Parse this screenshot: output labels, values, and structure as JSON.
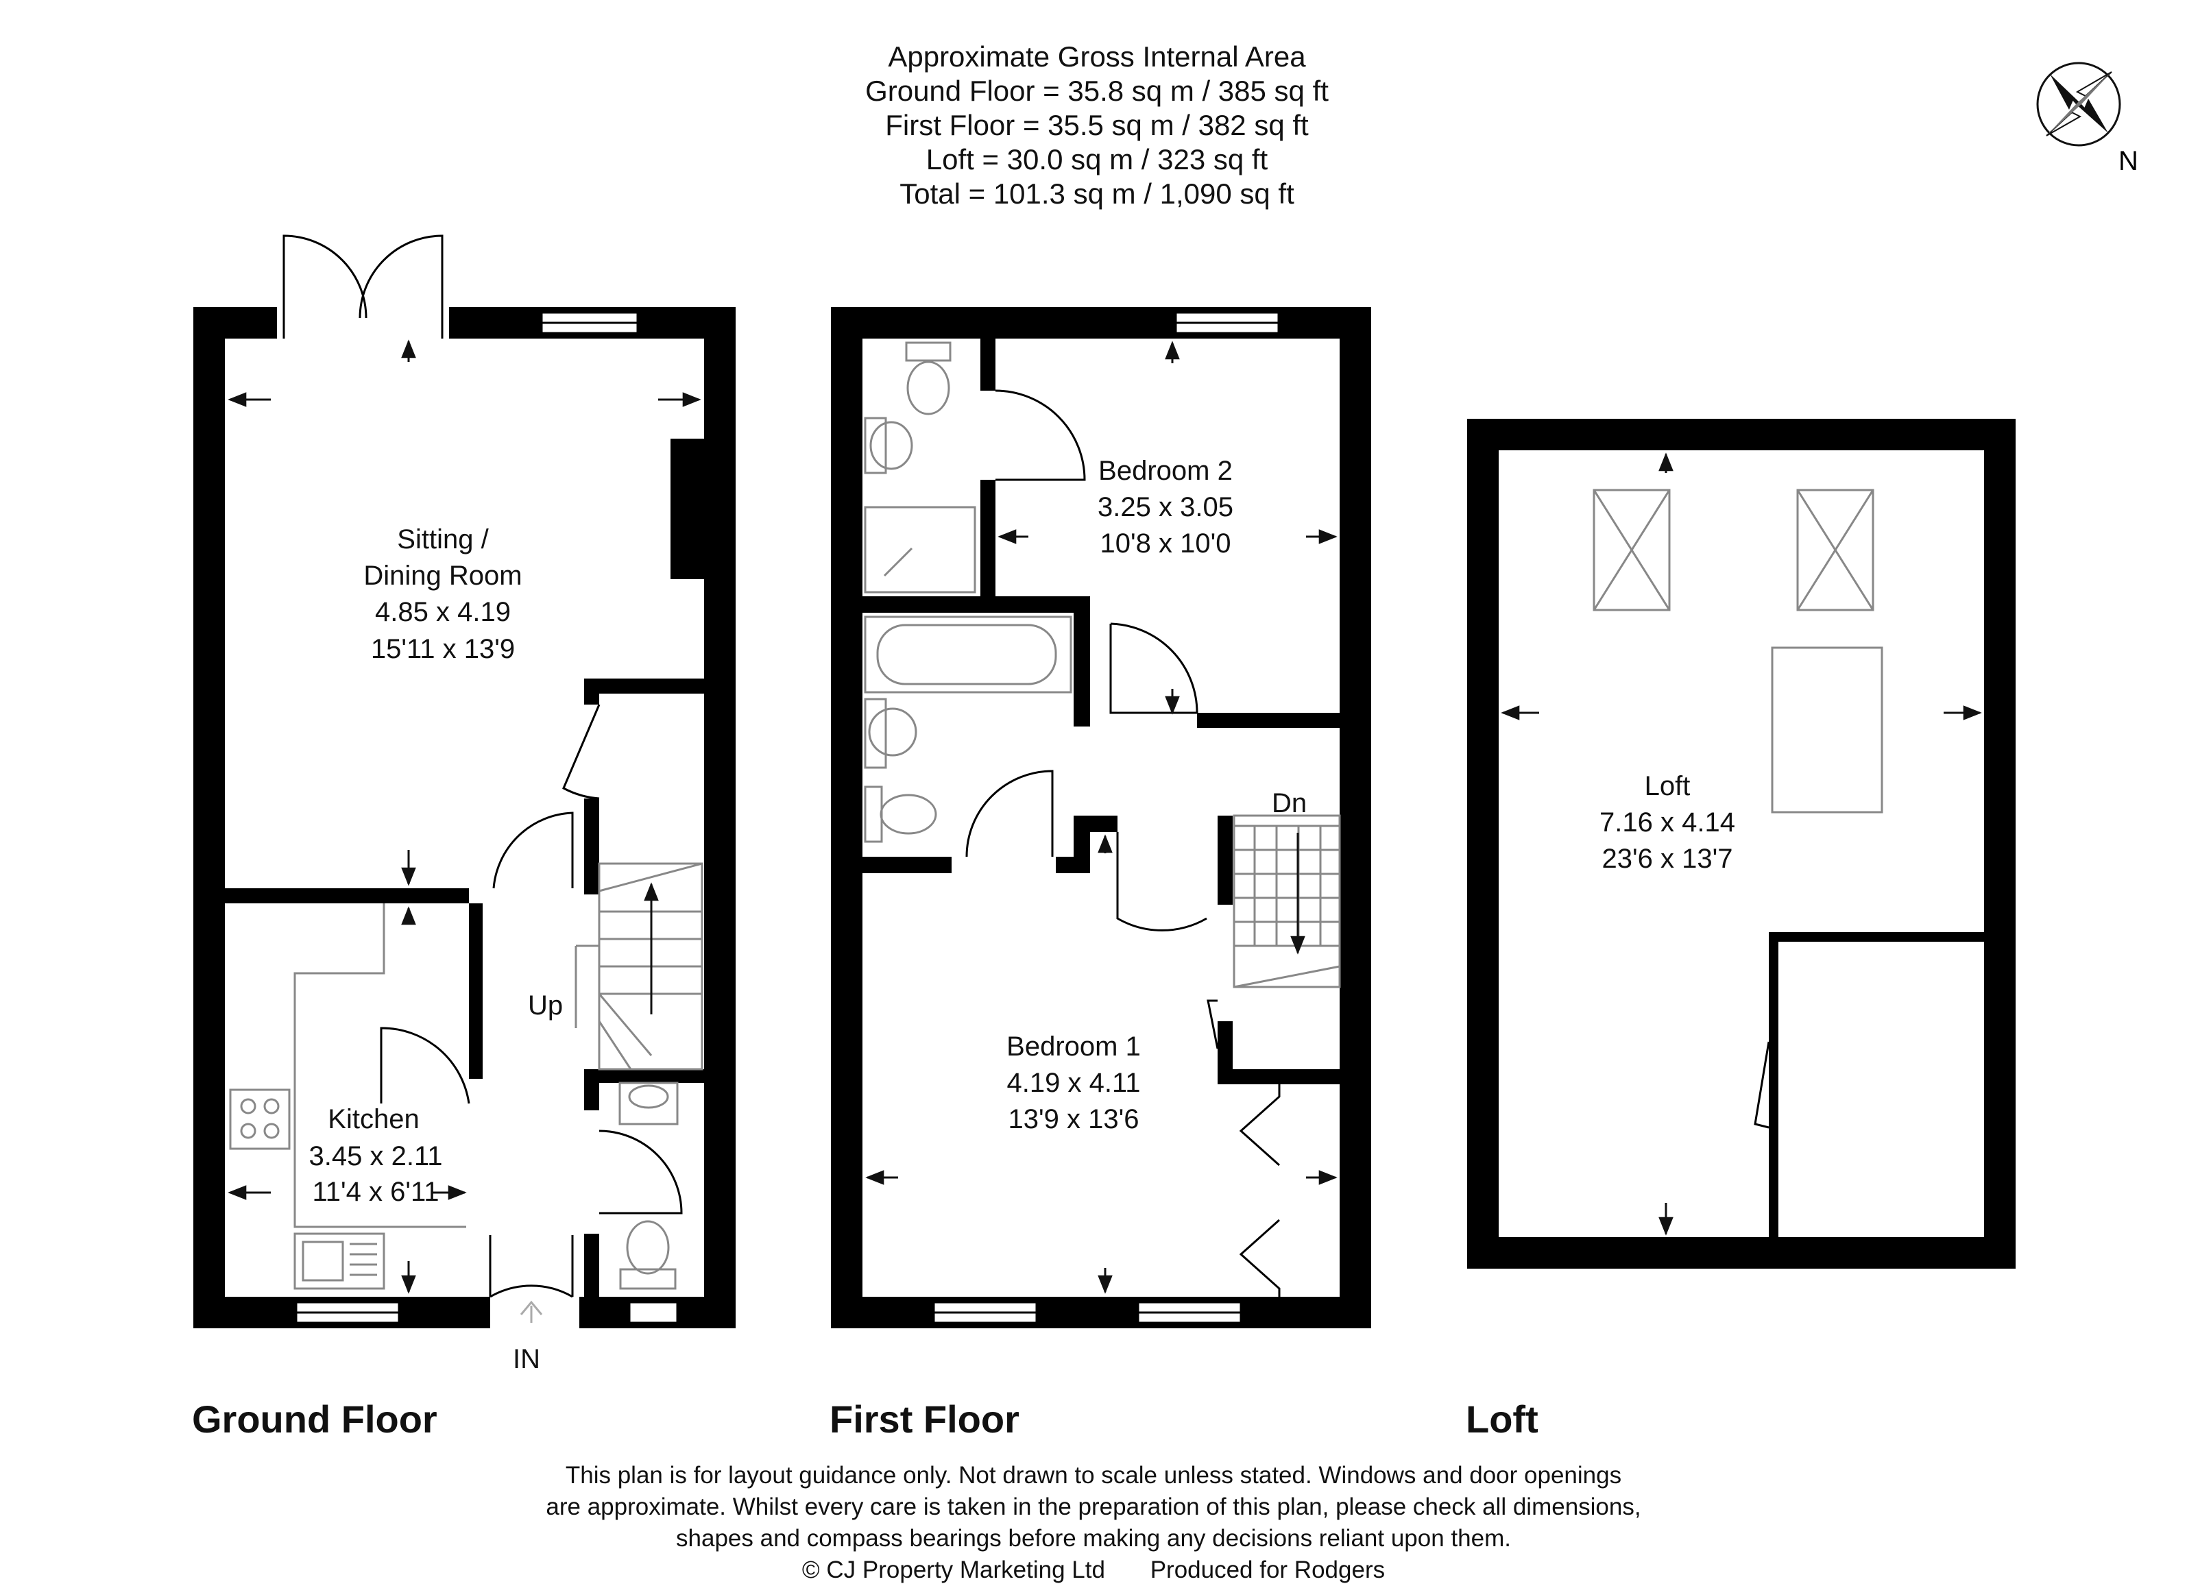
{
  "areas": {
    "heading": "Approximate Gross Internal Area",
    "ground": "Ground Floor = 35.8 sq m / 385 sq ft",
    "first": "First Floor = 35.5 sq m / 382 sq ft",
    "loft": "Loft = 30.0 sq m / 323 sq ft",
    "total": "Total = 101.3 sq m / 1,090 sq ft"
  },
  "compass": {
    "label": "N",
    "icon": "compass-rose-icon"
  },
  "floors": {
    "ground": "Ground Floor",
    "first": "First Floor",
    "loft": "Loft"
  },
  "rooms": {
    "sitting": {
      "name1": "Sitting /",
      "name2": "Dining Room",
      "metric": "4.85 x 4.19",
      "imperial": "15'11 x 13'9"
    },
    "kitchen": {
      "name": "Kitchen",
      "metric": "3.45 x 2.11",
      "imperial": "11'4 x 6'11"
    },
    "bedroom2": {
      "name": "Bedroom 2",
      "metric": "3.25 x 3.05",
      "imperial": "10'8 x 10'0"
    },
    "bedroom1": {
      "name": "Bedroom 1",
      "metric": "4.19 x 4.11",
      "imperial": "13'9 x 13'6"
    },
    "loft": {
      "name": "Loft",
      "metric": "7.16 x 4.14",
      "imperial": "23'6 x 13'7"
    }
  },
  "markers": {
    "up": "Up",
    "down": "Dn",
    "entrance": "IN"
  },
  "disclaimer": {
    "line1": "This plan is for layout guidance only. Not drawn to scale unless stated. Windows and door openings",
    "line2": "are approximate. Whilst every care is taken in the preparation of this plan, please check all dimensions,",
    "line3": "shapes and compass bearings before making any decisions reliant upon them.",
    "copyright": "© CJ Property Marketing Ltd",
    "produced": "Produced for Rodgers"
  },
  "colors": {
    "wall": "#000000",
    "fixture": "#888888",
    "background": "#ffffff"
  }
}
